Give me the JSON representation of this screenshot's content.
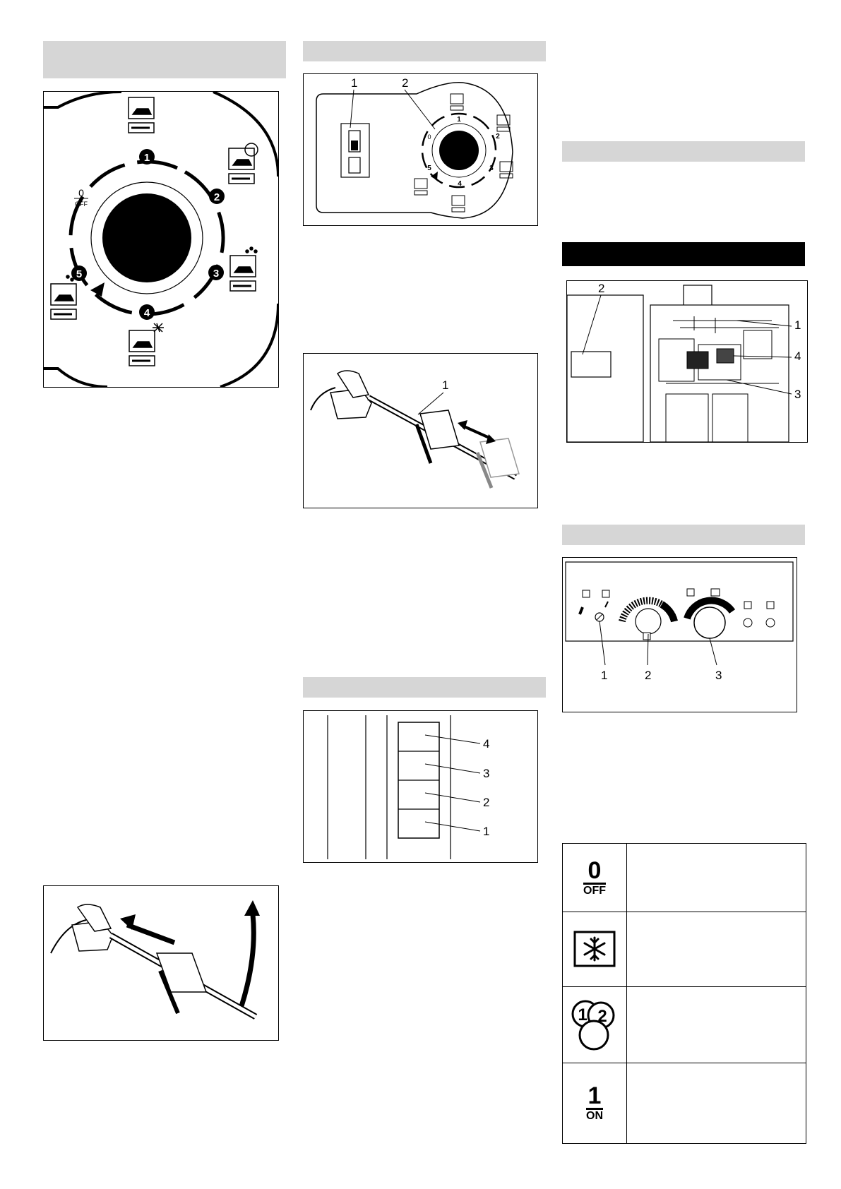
{
  "fig_dial": {
    "off_num": "0",
    "off_text": "OFF",
    "positions": [
      "1",
      "2",
      "3",
      "4",
      "5"
    ]
  },
  "fig_panel": {
    "callouts": [
      "1",
      "2"
    ],
    "positions": [
      "1",
      "2",
      "3",
      "4",
      "5"
    ],
    "off_symbol": "0"
  },
  "fig_brush": {
    "callout": "1"
  },
  "fig_box": {
    "callouts": [
      "4",
      "3",
      "2",
      "1"
    ]
  },
  "fig_machine": {
    "callouts": [
      "2",
      "1",
      "4",
      "3"
    ]
  },
  "fig_heater": {
    "callouts": [
      "1",
      "2",
      "3"
    ]
  },
  "symbols": {
    "off": {
      "num": "0",
      "text": "OFF"
    },
    "frost_icon": "snowflake-icon",
    "select": {
      "a": "1",
      "b": "2"
    },
    "on": {
      "num": "1",
      "text": "ON"
    }
  }
}
